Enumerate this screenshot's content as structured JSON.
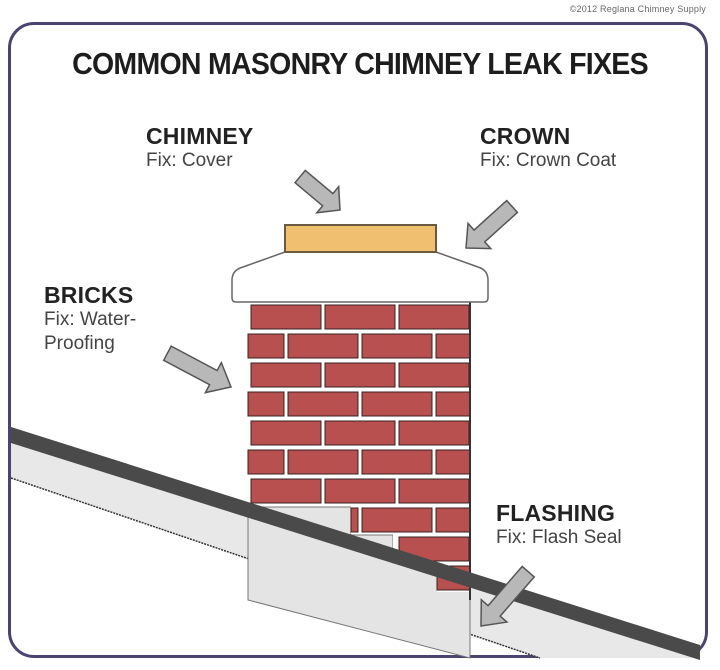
{
  "copyright": "©2012 Reglana Chimney Supply",
  "title": "COMMON MASONRY CHIMNEY LEAK FIXES",
  "callouts": {
    "chimney": {
      "label": "CHIMNEY",
      "fix": "Fix:  Cover"
    },
    "crown": {
      "label": "CROWN",
      "fix": "Fix:  Crown Coat"
    },
    "bricks": {
      "label": "BRICKS",
      "fix": "Fix: Water-\nProofing"
    },
    "flashing": {
      "label": "FLASHING",
      "fix": "Fix:  Flash Seal"
    }
  },
  "colors": {
    "frame": "#4a4470",
    "brick": "#b85050",
    "mortar": "#ffffff",
    "cap": "#f0c070",
    "arrow": "#b8b8b8",
    "roof": "#444444",
    "flashing": "#e6e6e6"
  }
}
